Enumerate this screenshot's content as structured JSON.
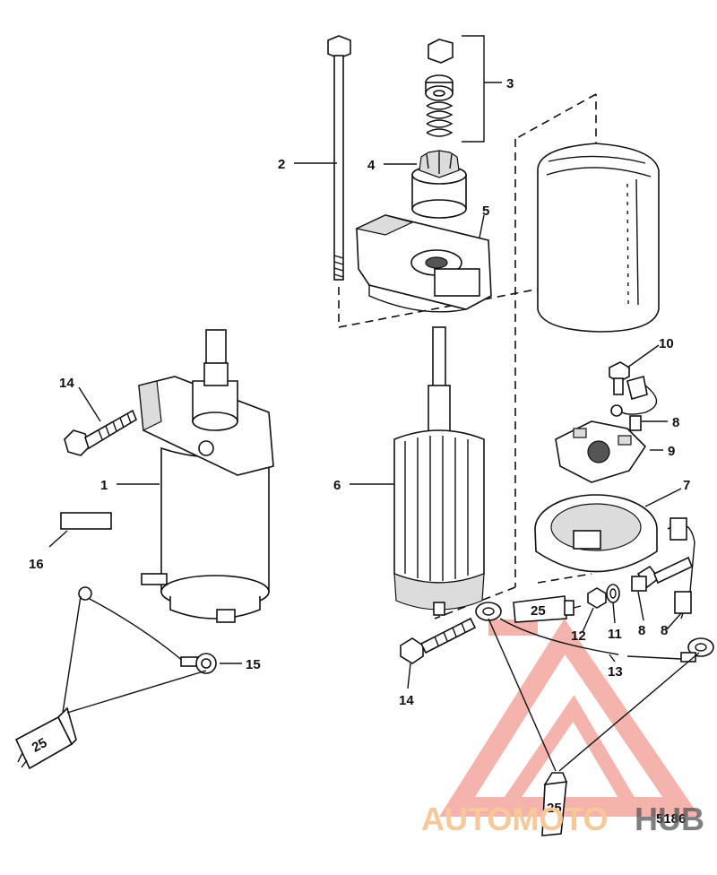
{
  "diagram_number": "5186",
  "watermark": {
    "part1": "AUTOMOTO",
    "part2": "HUB",
    "color_main": "#f4a6a0",
    "color_accent": "#f6c89a",
    "color_dark": "#555555"
  },
  "callouts": [
    {
      "id": "c1",
      "label": "1"
    },
    {
      "id": "c2",
      "label": "2"
    },
    {
      "id": "c3",
      "label": "3"
    },
    {
      "id": "c4",
      "label": "4"
    },
    {
      "id": "c5",
      "label": "5"
    },
    {
      "id": "c6",
      "label": "6"
    },
    {
      "id": "c7",
      "label": "7"
    },
    {
      "id": "c8a",
      "label": "8"
    },
    {
      "id": "c8b",
      "label": "8"
    },
    {
      "id": "c9",
      "label": "9"
    },
    {
      "id": "c10",
      "label": "10"
    },
    {
      "id": "c11",
      "label": "11"
    },
    {
      "id": "c12",
      "label": "12"
    },
    {
      "id": "c13",
      "label": "13"
    },
    {
      "id": "c14a",
      "label": "14"
    },
    {
      "id": "c14b",
      "label": "14"
    },
    {
      "id": "c15",
      "label": "15"
    },
    {
      "id": "c16",
      "label": "16"
    }
  ],
  "tube_labels": [
    {
      "id": "t1",
      "label": "25"
    },
    {
      "id": "t2",
      "label": "25"
    },
    {
      "id": "t3",
      "label": "25"
    }
  ]
}
